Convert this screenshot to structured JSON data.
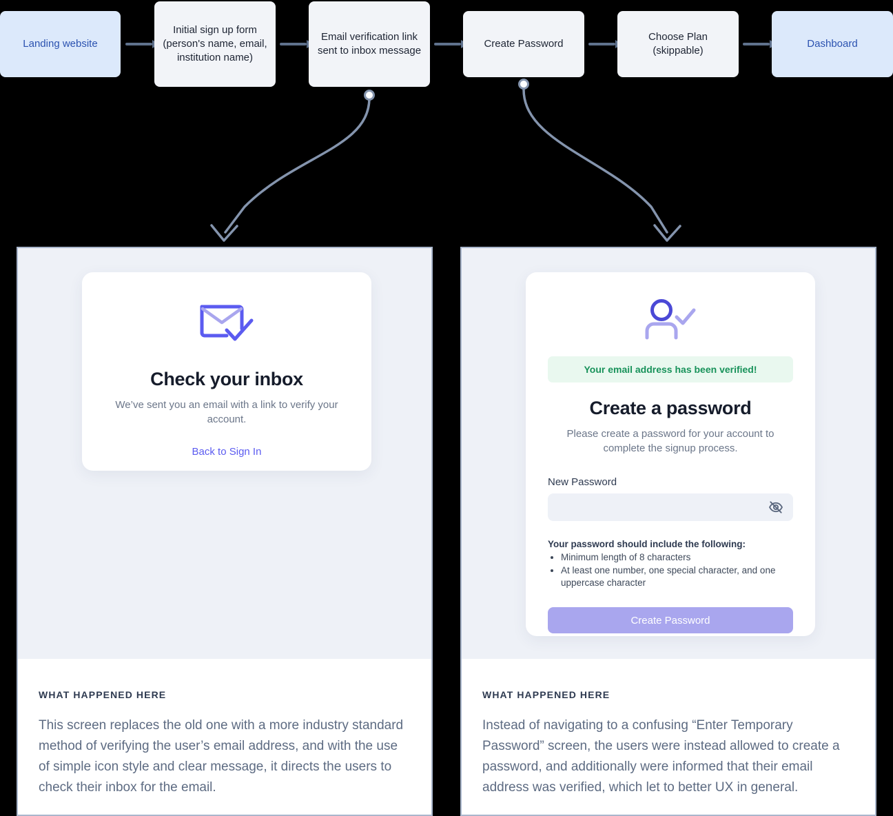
{
  "flow": {
    "steps": [
      {
        "label": "Landing website",
        "style": "blue"
      },
      {
        "label": "Initial sign up form (person's name, email, institution name)",
        "style": "grey"
      },
      {
        "label": "Email verification link sent to inbox message",
        "style": "grey"
      },
      {
        "label": "Create Password",
        "style": "grey"
      },
      {
        "label": "Choose Plan (skippable)",
        "style": "grey"
      },
      {
        "label": "Dashboard",
        "style": "blue"
      }
    ],
    "connector_color": "#5f718c",
    "anchor_dot_color": "#8494ad"
  },
  "panels": [
    {
      "note_kicker": "WHAT HAPPENED HERE",
      "note_body": "This screen replaces the old one with a more industry standard method of verifying the user’s email address, and with the use of simple icon style and clear message, it directs the users to check their inbox for the email.",
      "screen": {
        "icon": "envelope-check-icon",
        "title": "Check your inbox",
        "subtitle": "We’ve sent you an email with a link to verify your account.",
        "link": "Back to Sign In"
      }
    },
    {
      "note_kicker": "WHAT HAPPENED HERE",
      "note_body": "Instead of navigating to a confusing “Enter Temporary Password” screen, the users were instead allowed to create a password, and additionally were informed that their email address was verified, which let to better UX in general.",
      "screen": {
        "icon": "user-check-icon",
        "banner": "Your email address has been verified!",
        "title": "Create a password",
        "subtitle": "Please create a password for your account to complete the signup process.",
        "field_label": "New Password",
        "field_value": "",
        "field_placeholder": "",
        "toggle_icon": "eye-off-icon",
        "requirements_title": "Your password should include the following:",
        "requirements": [
          "Minimum length of 8 characters",
          "At least one number, one special character, and one uppercase character"
        ],
        "submit_label": "Create Password"
      }
    }
  ],
  "colors": {
    "accent_indigo": "#5b5bf0",
    "accent_indigo_light": "#a9a6ee",
    "success_green": "#18925a",
    "success_bg": "#e9f8ef",
    "box_blue": "#dce9fb",
    "box_blue_text": "#2b52b0",
    "box_grey": "#f2f4f8",
    "panel_bg": "#eef1f7",
    "panel_border": "#a9b6cc"
  }
}
